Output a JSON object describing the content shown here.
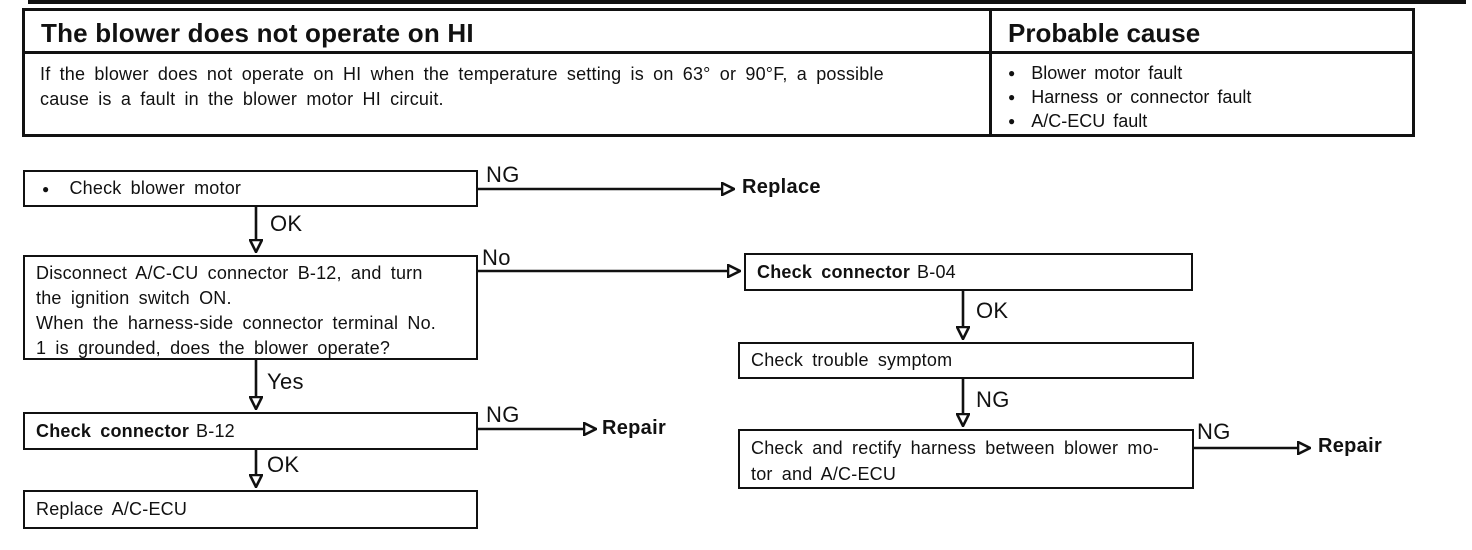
{
  "colors": {
    "ink": "#111111",
    "paper": "#ffffff"
  },
  "header_table": {
    "title": "The blower does not operate on HI",
    "cause_header": "Probable cause",
    "description_lines": [
      "If the blower does not operate on HI when the temperature setting is on 63° or 90°F, a possible",
      "cause is a fault in the blower motor HI circuit."
    ],
    "bullet": "●",
    "causes": [
      "Blower motor fault",
      "Harness or connector fault",
      "A/C-ECU fault"
    ]
  },
  "flow": {
    "box_check_blower": {
      "bullet": "●",
      "text": "Check blower motor"
    },
    "label_ng_top": "NG",
    "label_replace_top": "Replace",
    "label_ok_1": "OK",
    "box_disconnect_lines": [
      "Disconnect A/C-CU connector B-12, and turn",
      "the ignition switch ON.",
      "When the harness-side connector terminal No.",
      "1 is grounded, does the blower operate?"
    ],
    "label_no": "No",
    "label_yes": "Yes",
    "box_connector_b12": {
      "bold": "Check connector",
      "rest": "B-12"
    },
    "label_ng_b12": "NG",
    "label_repair_left": "Repair",
    "label_ok_2": "OK",
    "box_replace_ecu": "Replace A/C-ECU",
    "box_connector_b04": {
      "bold": "Check connector",
      "rest": "B-04"
    },
    "label_ok_right": "OK",
    "box_trouble": "Check trouble symptom",
    "label_ng_right": "NG",
    "box_rectify_lines": [
      "Check and rectify harness between blower mo-",
      "tor and A/C-ECU"
    ],
    "label_ng_right2": "NG",
    "label_repair_right": "Repair"
  }
}
